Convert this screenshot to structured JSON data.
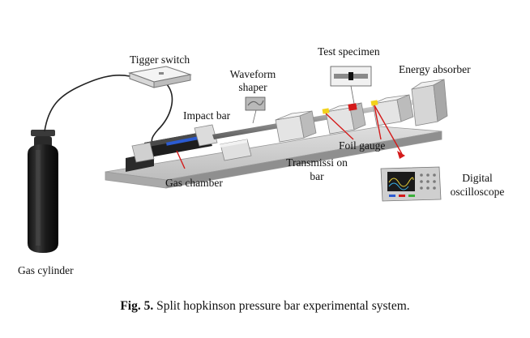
{
  "labels": {
    "trigger_switch": "Tigger switch",
    "test_specimen": "Test specimen",
    "waveform_shaper_line1": "Waveform",
    "waveform_shaper_line2": "shaper",
    "energy_absorber": "Energy absorber",
    "impact_bar": "Impact bar",
    "foil_gauge": "Foil gauge",
    "transmission_bar_line1": "Transmissi on",
    "transmission_bar_line2": "bar",
    "gas_chamber": "Gas chamber",
    "digital_oscilloscope_line1": "Digital",
    "digital_oscilloscope_line2": "oscilloscope",
    "gas_cylinder": "Gas cylinder"
  },
  "caption": {
    "prefix": "Fig. 5.",
    "text": "Split hopkinson pressure bar experimental system."
  },
  "colors": {
    "pointer_red": "#d41a1a",
    "foil_gauge_yellow": "#f2d21b",
    "cylinder_dark": "#1c1c1c",
    "platform_gray": "#c9c9c9"
  }
}
